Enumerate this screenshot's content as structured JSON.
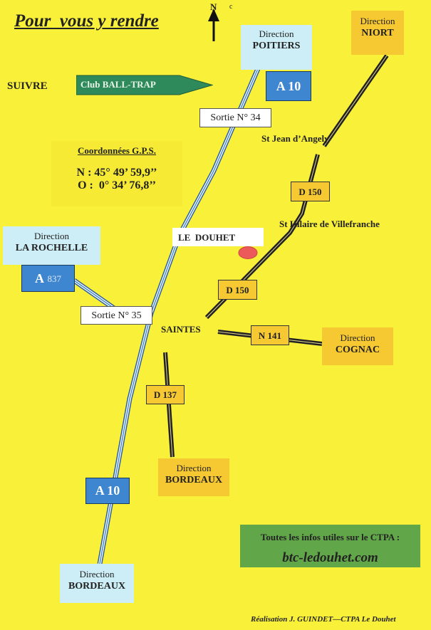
{
  "title": "Pour  vous y rendre",
  "compass": {
    "north_label": "N",
    "extra_label": "c"
  },
  "follow": {
    "label": "SUIVRE",
    "sign": "Club BALL-TRAP"
  },
  "gps": {
    "heading": "Coordonnées G.P.S.",
    "north": "N : 45° 49’ 59,9’’",
    "west": "O :  0° 34’ 76,8’’"
  },
  "directions": {
    "poitiers": {
      "top": "Direction",
      "city": "POITIERS"
    },
    "niort": {
      "top": "Direction",
      "city": "NIORT"
    },
    "la_rochelle": {
      "top": "Direction",
      "city": "LA ROCHELLE"
    },
    "cognac": {
      "top": "Direction",
      "city": "COGNAC"
    },
    "bordeaux_d137": {
      "top": "Direction",
      "city": "BORDEAUX"
    },
    "bordeaux_a10": {
      "top": "Direction",
      "city": "BORDEAUX"
    }
  },
  "road_signs": {
    "a10_top": "A 10",
    "a10_bottom": "A 10",
    "a837_letter": "A",
    "a837_number": "837",
    "d150_top": "D 150",
    "d150_bottom": "D 150",
    "n141": "N 141",
    "d137": "D 137",
    "exit34": "Sortie N° 34",
    "exit35": "Sortie N° 35"
  },
  "places": {
    "st_jean": "St Jean d’Angely",
    "st_hilaire": "St Hilaire de Villefranche",
    "le_douhet": "LE  DOUHET",
    "saintes": "SAINTES"
  },
  "info": {
    "line": "Toutes les infos utiles sur le CTPA :",
    "website": "btc-ledouhet.com"
  },
  "credit": "Réalisation J. GUINDET—CTPA Le Douhet",
  "colors": {
    "background": "#f9f03a",
    "motorway": "#3e86cf",
    "direction_light": "#cdeef6",
    "direction_orange": "#f6c832",
    "green": "#2e8a5a",
    "info_green": "#62a64a",
    "marker": "#ec5a5a"
  }
}
